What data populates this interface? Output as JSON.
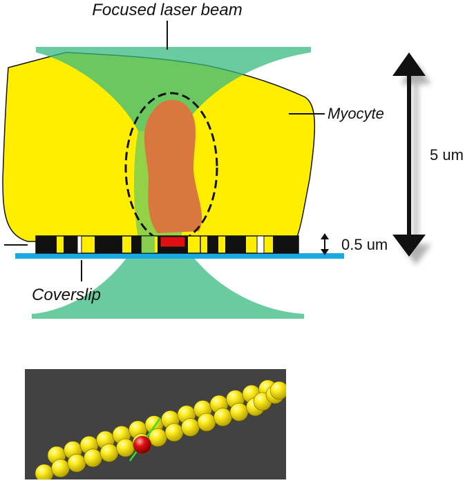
{
  "labels": {
    "beam": "Focused laser beam",
    "cell": "Myocyte",
    "glass": "Coverslip",
    "height_total": "5 um",
    "height_section": "0.5 um"
  },
  "colors": {
    "cell_fill": "#ffee00",
    "beam_fill": "#3aba80",
    "focal_volume": "#d9783e",
    "coverslip": "#1aa8e0",
    "band_dark": "#111111",
    "band_light": "#ffee00",
    "highlight": "#dd1111",
    "bead": "#ffee22",
    "bead_selected": "#e01010",
    "inset_bg": "#424242",
    "marker_line": "#33dd33"
  },
  "icons": {
    "total_scale_arrow": "double-arrow-icon",
    "section_scale_arrow": "small-double-arrow-icon"
  }
}
